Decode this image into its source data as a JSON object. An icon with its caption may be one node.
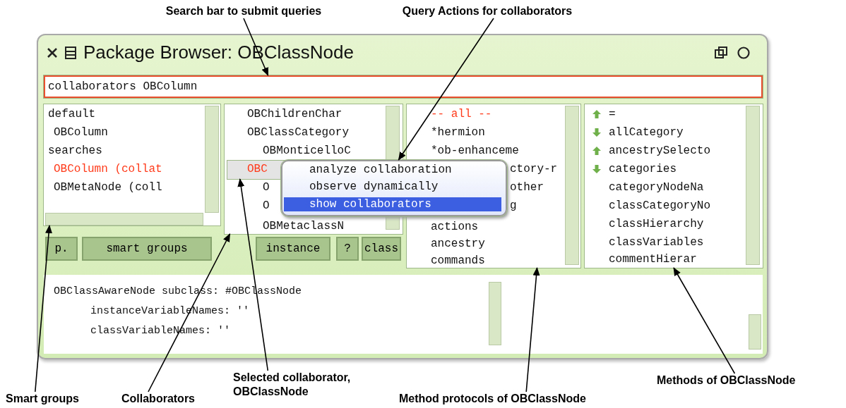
{
  "diagram": {
    "nodes": [
      {
        "text": [
          "Search bar to submit queries"
        ]
      },
      {
        "text": [
          "Query Actions for collaborators"
        ]
      },
      {
        "text": [
          "Smart groups"
        ]
      },
      {
        "text": [
          "Collaborators"
        ]
      },
      {
        "text": [
          "Selected collaborator, OBClassNode"
        ]
      },
      {
        "text": [
          "Method protocols of OBClassNode"
        ]
      },
      {
        "text": [
          "Methods of OBClassNode"
        ]
      },
      {
        "text": [],
        "shape": "box"
      },
      {
        "text": [],
        "shape": "box"
      },
      {
        "text": [],
        "shape": "box"
      },
      {
        "text": [],
        "shape": "box"
      },
      {
        "text": [],
        "shape": "box",
        "in": 10
      },
      {
        "text": [],
        "shape": "box"
      },
      {
        "text": [],
        "shape": "box"
      }
    ],
    "edges": [
      {
        "from": 0,
        "to": 7,
        "arrow": "to"
      },
      {
        "from": 1,
        "to": 8,
        "arrow": "to"
      },
      {
        "from": 2,
        "to": 9,
        "arrow": "to"
      },
      {
        "from": 3,
        "to": 10,
        "arrow": "to"
      },
      {
        "from": 4,
        "to": 11,
        "arrow": "to"
      },
      {
        "from": 5,
        "to": 12,
        "arrow": "to"
      },
      {
        "from": 6,
        "to": 13,
        "arrow": "to"
      }
    ],
    "labels": [
      "Package Browser: OBClassNode",
      "collaborators OBColumn",
      "default",
      "OBColumn",
      "searches",
      "OBColumn (collat",
      "OBMetaNode (coll",
      "OBChildrenChar",
      "OBClassCategory",
      "OBMonticelloC",
      "OBC",
      "O",
      "O",
      "OBMetaclassN",
      "-- all --",
      "*hermion",
      "*ob-enhanceme",
      "ctory-r",
      "other",
      "g",
      "actions",
      "ancestry",
      "commands",
      "=",
      "allCategory",
      "ancestrySelecto",
      "categories",
      "categoryNodeNa",
      "classCategoryNo",
      "classHierarchy",
      "classVariables",
      "commentHierar",
      "p.",
      "smart groups",
      "instance",
      "?",
      "class",
      "analyze collaboration",
      "observe dynamically",
      "show collaborators",
      "OBClassAwareNode subclass: #OBClassNode",
      "instanceVariableNames: ''",
      "classVariableNames: ''"
    ]
  }
}
